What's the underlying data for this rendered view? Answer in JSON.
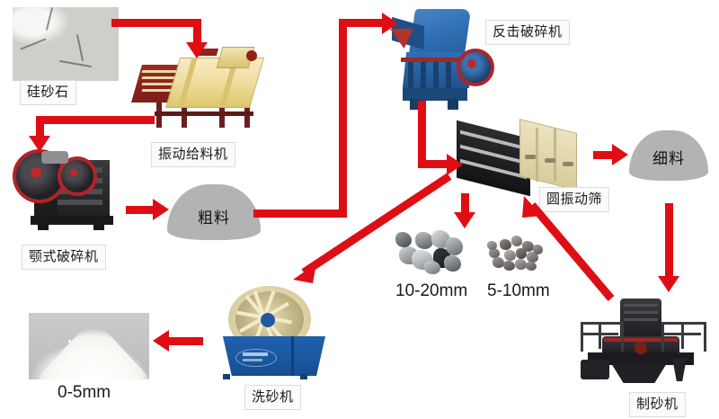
{
  "diagram": {
    "title": "Silica sand crushing and sand making production line flow",
    "accent_color": "#df0d14",
    "background_color": "#ffffff"
  },
  "nodes": {
    "raw_material": {
      "label": "硅砂石",
      "kind": "photo"
    },
    "vibrating_feeder": {
      "label": "振动给料机",
      "kind": "machine"
    },
    "jaw_crusher": {
      "label": "颚式破碎机",
      "kind": "machine"
    },
    "coarse_material": {
      "label": "粗料",
      "kind": "pile"
    },
    "impact_crusher": {
      "label": "反击破碎机",
      "kind": "machine"
    },
    "vibrating_screen": {
      "label": "圆振动筛",
      "kind": "machine"
    },
    "fine_material": {
      "label": "细料",
      "kind": "pile"
    },
    "gravel_large": {
      "label": "10-20mm",
      "kind": "product"
    },
    "gravel_small": {
      "label": "5-10mm",
      "kind": "product"
    },
    "sand_washer": {
      "label": "洗砂机",
      "kind": "machine"
    },
    "sand_maker": {
      "label": "制砂机",
      "kind": "machine"
    },
    "finished_sand": {
      "label": "0-5mm",
      "kind": "product"
    }
  },
  "flows": [
    {
      "from": "raw_material",
      "to": "vibrating_feeder"
    },
    {
      "from": "vibrating_feeder",
      "to": "jaw_crusher"
    },
    {
      "from": "jaw_crusher",
      "to": "coarse_material"
    },
    {
      "from": "coarse_material",
      "to": "impact_crusher"
    },
    {
      "from": "impact_crusher",
      "to": "vibrating_screen"
    },
    {
      "from": "vibrating_screen",
      "to": "fine_material"
    },
    {
      "from": "vibrating_screen",
      "to": "gravel_large"
    },
    {
      "from": "vibrating_screen",
      "to": "sand_washer"
    },
    {
      "from": "fine_material",
      "to": "sand_maker"
    },
    {
      "from": "sand_maker",
      "to": "vibrating_screen"
    },
    {
      "from": "sand_washer",
      "to": "finished_sand"
    }
  ]
}
